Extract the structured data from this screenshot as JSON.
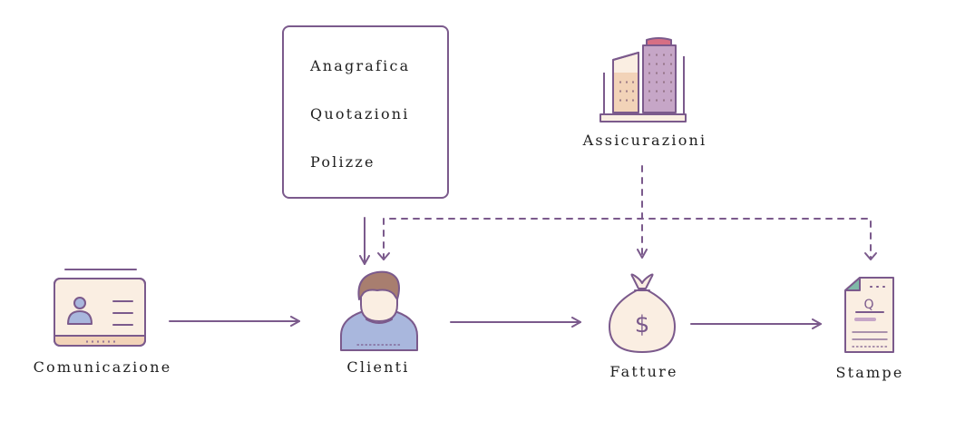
{
  "nodes": {
    "comunicazione": "Comunicazione",
    "clienti": "Clienti",
    "fatture": "Fatture",
    "stampe": "Stampe",
    "assicurazioni": "Assicurazioni"
  },
  "menu": {
    "items": [
      "Anagrafica",
      "Quotazioni",
      "Polizze"
    ]
  },
  "colors": {
    "line": "#7b5a8c",
    "icon_fill": "#faeee2",
    "accent_lilac": "#c6a6c7",
    "accent_brown": "#a87e6f",
    "accent_blue": "#a9b7dd"
  }
}
